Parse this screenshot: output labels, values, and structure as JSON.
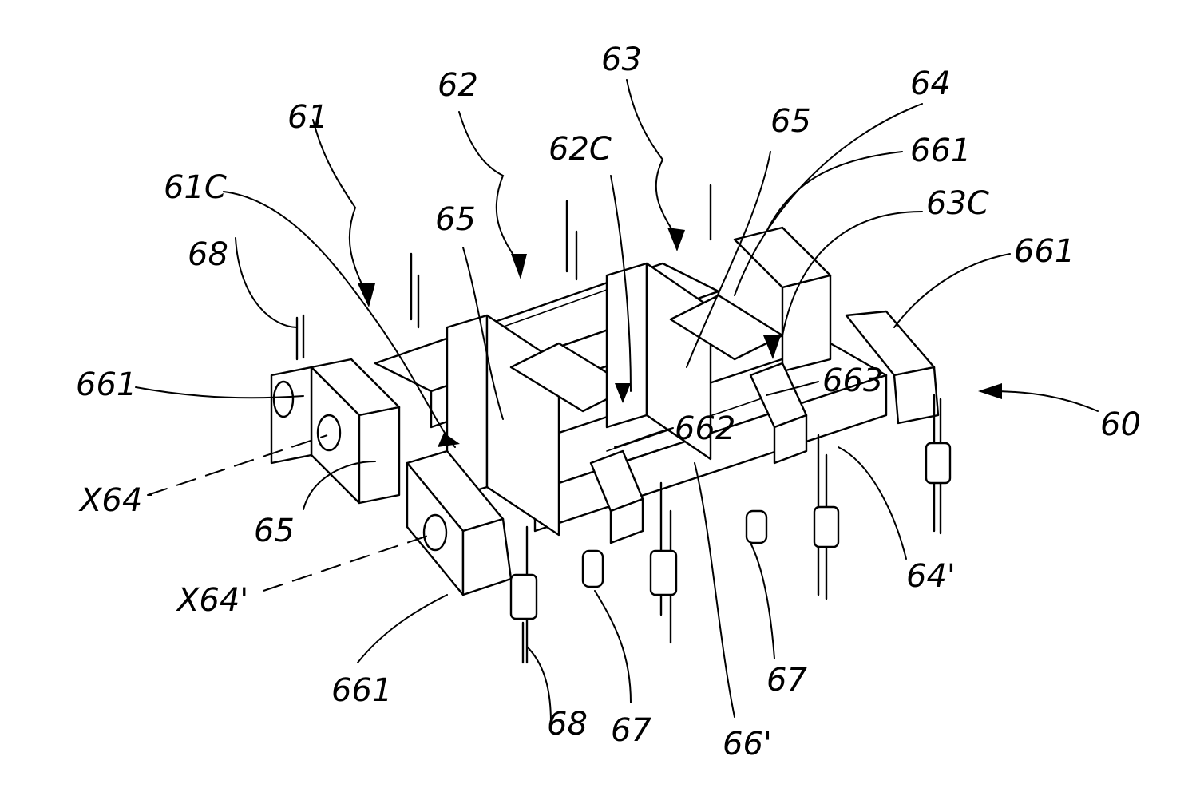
{
  "figure": {
    "reference_numeral": "60",
    "labels": {
      "l61": "61",
      "l62": "62",
      "l63": "63",
      "l64": "64",
      "l65_top": "65",
      "l65_mid": "65",
      "l65_left": "65",
      "l61C": "61C",
      "l62C": "62C",
      "l63C": "63C",
      "l661_left": "661",
      "l661_bottom": "661",
      "l661_top": "661",
      "l661_right": "661",
      "l68_top": "68",
      "l68_bottom": "68",
      "l67_a": "67",
      "l67_b": "67",
      "l662": "662",
      "l663": "663",
      "l66p": "66'",
      "l64p": "64'",
      "lX64": "X64",
      "lX64p": "X64'",
      "l60": "60"
    }
  }
}
